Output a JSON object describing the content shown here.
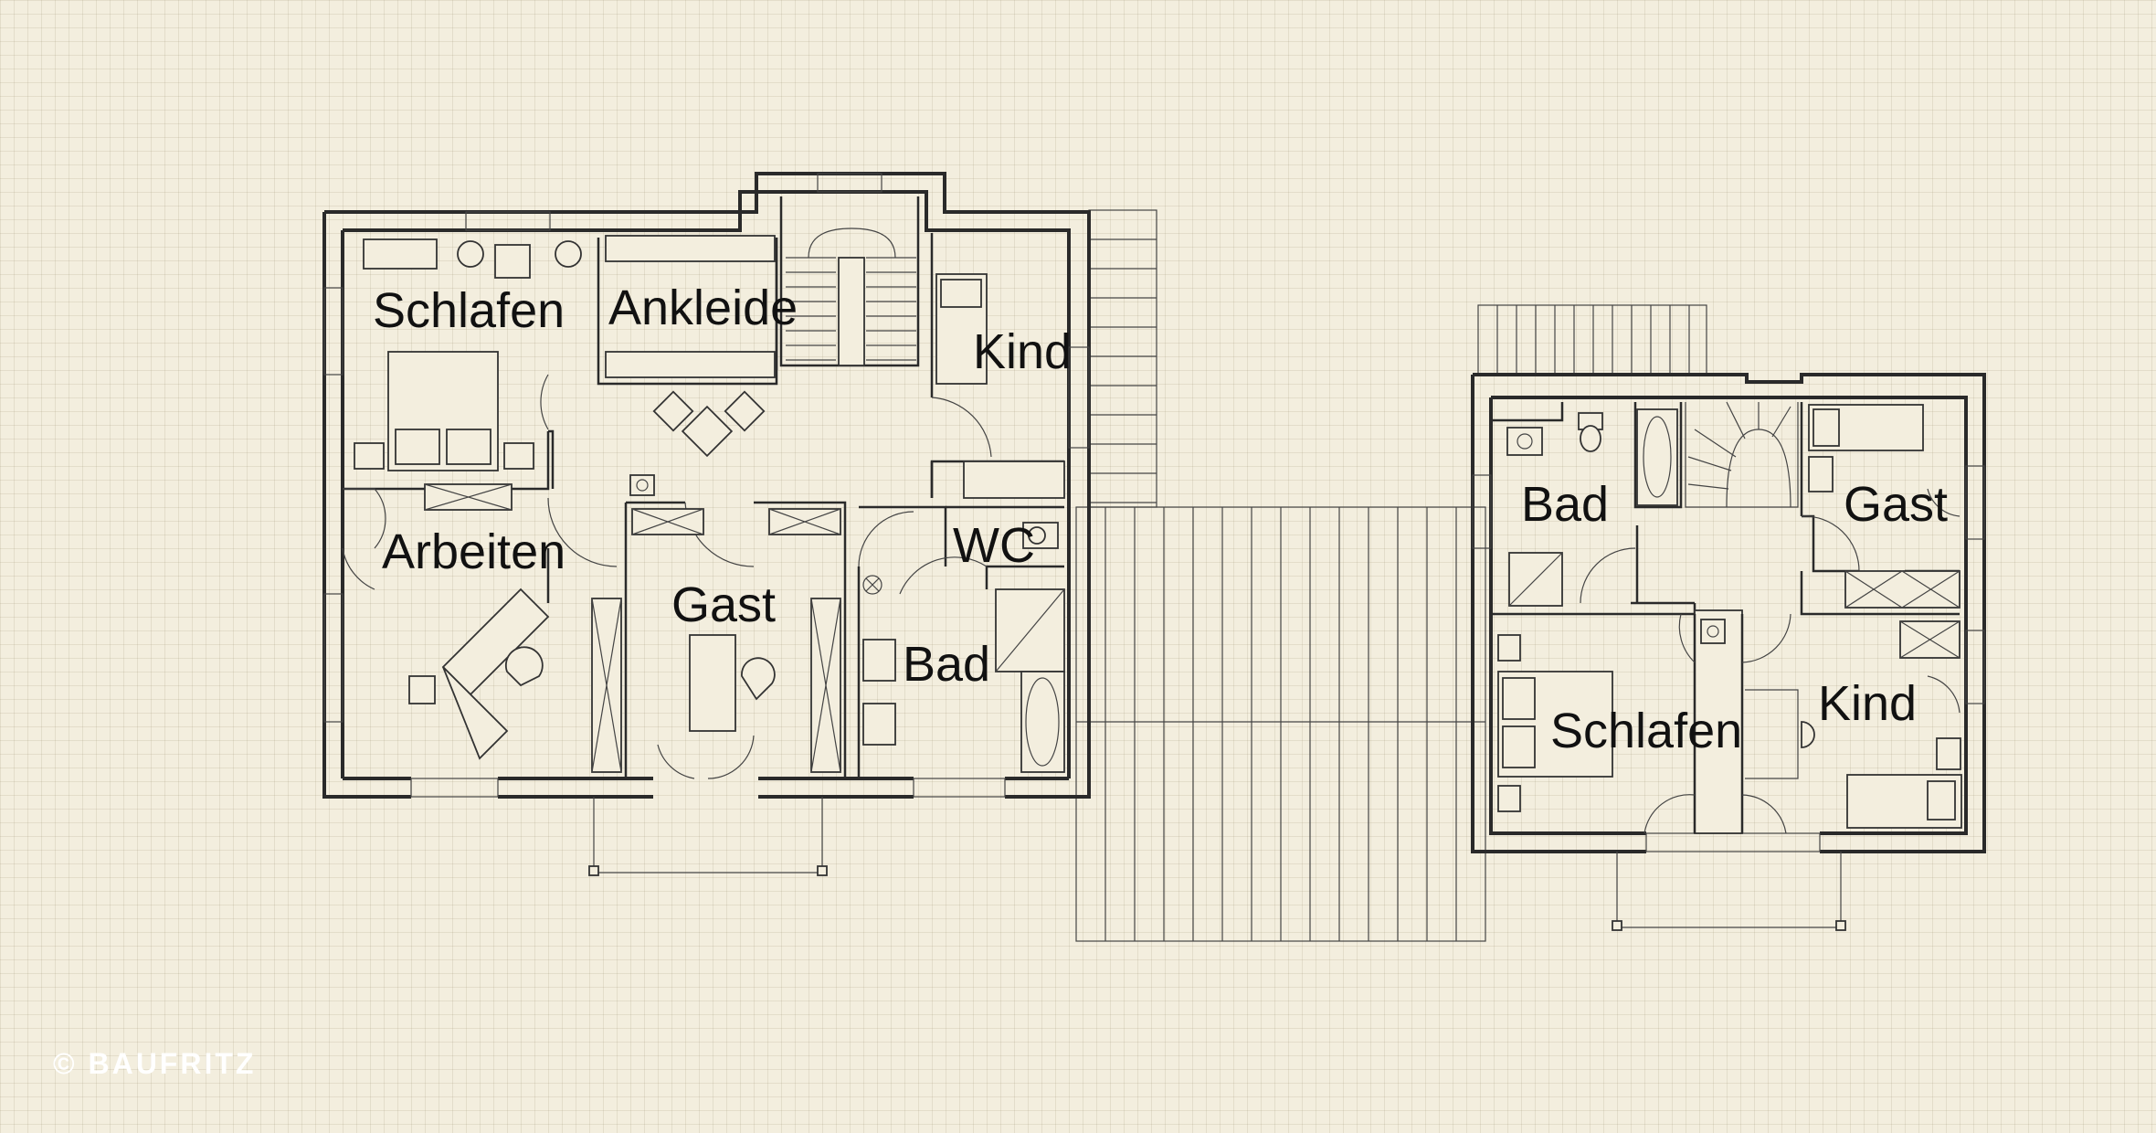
{
  "rooms": {
    "schlafen_left": "Schlafen",
    "ankleide": "Ankleide",
    "kind_left": "Kind",
    "arbeiten": "Arbeiten",
    "gast_left": "Gast",
    "wc": "WC",
    "bad_left": "Bad",
    "bad_right": "Bad",
    "gast_right": "Gast",
    "schlafen_right": "Schlafen",
    "kind_right": "Kind"
  },
  "copyright": "© BAUFRITZ",
  "colors": {
    "background": "#f3eede",
    "grid": "#d8d0ba",
    "walls": "#2a2a2a",
    "copyright": "#ffffff"
  },
  "icons": [
    "bed-icon",
    "desk-icon",
    "chair-icon",
    "stair-icon",
    "bathtub-icon",
    "toilet-icon",
    "sink-icon",
    "shower-icon",
    "door-swing-icon",
    "deck-icon"
  ]
}
